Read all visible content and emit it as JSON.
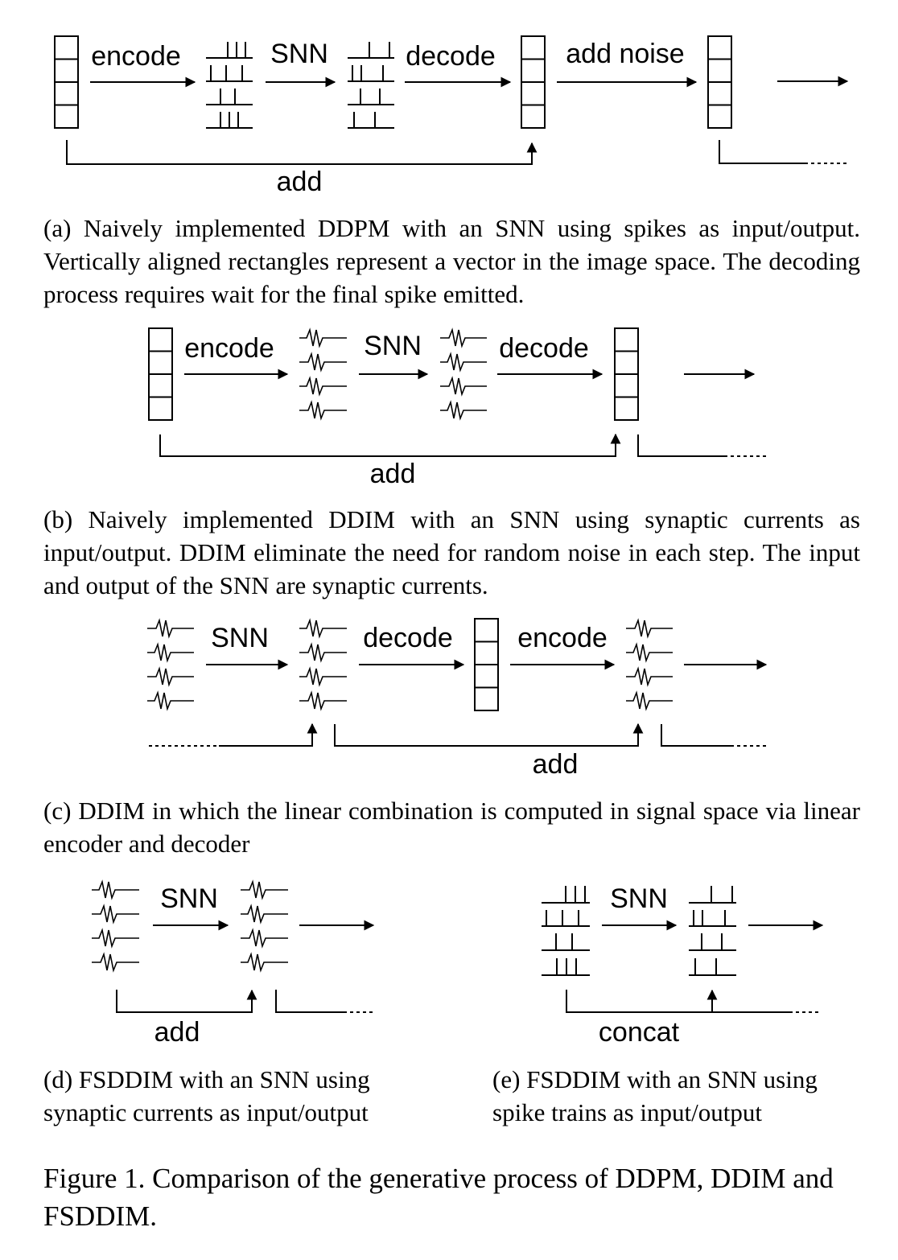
{
  "panels": {
    "a": {
      "labels": {
        "encode": "encode",
        "snn": "SNN",
        "decode": "decode",
        "noise": "add noise",
        "skip": "add"
      },
      "caption": "(a) Naively implemented DDPM with an SNN using spikes as input/output. Vertically aligned rectangles represent a vector in the image space. The decoding process requires wait for the final spike emitted."
    },
    "b": {
      "labels": {
        "encode": "encode",
        "snn": "SNN",
        "decode": "decode",
        "skip": "add"
      },
      "caption": "(b) Naively implemented DDIM with an SNN using synaptic currents as input/output. DDIM eliminate the need for random noise in each step. The input and output of the SNN are synaptic currents."
    },
    "c": {
      "labels": {
        "snn": "SNN",
        "decode": "decode",
        "encode": "encode",
        "skip": "add"
      },
      "caption": "(c) DDIM in which the linear combination is computed in signal space via linear encoder and decoder"
    },
    "d": {
      "labels": {
        "snn": "SNN",
        "skip": "add"
      },
      "caption": "(d) FSDDIM with an SNN using synaptic currents as input/output"
    },
    "e": {
      "labels": {
        "snn": "SNN",
        "skip": "concat"
      },
      "caption": "(e) FSDDIM with an SNN using spike trains as input/output"
    }
  },
  "figure_caption": "Figure 1. Comparison of the generative process of DDPM, DDIM and FSDDIM."
}
